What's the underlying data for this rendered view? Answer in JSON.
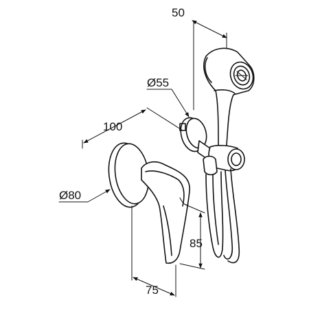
{
  "dimensions": {
    "width_top": "50",
    "diameter_outlet": "Ø55",
    "depth": "100",
    "diameter_rosette": "Ø80",
    "height": "85",
    "width_bottom": "75"
  },
  "colors": {
    "line": "#111111",
    "background": "#ffffff"
  }
}
